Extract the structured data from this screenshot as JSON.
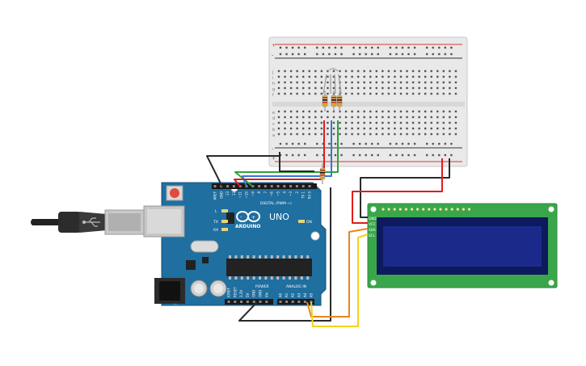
{
  "arduino": {
    "brand": "ARDUINO",
    "model": "UNO",
    "digital_header_label": "DIGITAL (PWM ~)",
    "power_label": "POWER",
    "analog_label": "ANALOG IN",
    "on_label": "ON",
    "tx_label": "TX",
    "rx_label": "RX",
    "l_label": "L",
    "digital_pins": [
      "AREF",
      "GND",
      "13",
      "12",
      "~11",
      "~10",
      "~9",
      "8",
      "7",
      "~6",
      "~5",
      "4",
      "~3",
      "2",
      "TX 1",
      "RX 0"
    ],
    "power_pins": [
      "IOREF",
      "RESET",
      "3.3V",
      "5V",
      "GND",
      "GND",
      "Vin"
    ],
    "analog_pins": [
      "A0",
      "A1",
      "A2",
      "A3",
      "A4",
      "A5"
    ]
  },
  "lcd": {
    "pins": [
      "GND",
      "VCC",
      "SDA",
      "SCL"
    ]
  },
  "breadboard": {
    "columns": 30,
    "row_letters_top": [
      "j",
      "i",
      "h",
      "g",
      "f"
    ],
    "row_letters_bottom": [
      "e",
      "d",
      "c",
      "b",
      "a"
    ]
  },
  "wire_colors": {
    "red": "#e31b1b",
    "black": "#2a2a2a",
    "green": "#2fa13a",
    "blue": "#2c7cd6",
    "orange": "#e8861c",
    "yellow": "#f2d21b"
  },
  "board_color": "#1f6fa0",
  "lcd_pcb_color": "#3aa64b",
  "lcd_screen_color": "#1b2a8a"
}
